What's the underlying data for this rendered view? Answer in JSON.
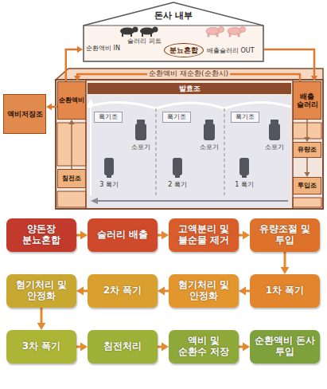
{
  "diagram": {
    "nodes": [
      {
        "text": [
          "돈사 내부"
        ]
      },
      {
        "text": [
          "분뇨혼합"
        ],
        "in": 0
      },
      {
        "text": [
          "순환액비"
        ]
      },
      {
        "text": [
          "발효조"
        ]
      },
      {
        "text": [
          "배출 슬러리"
        ]
      },
      {
        "text": [
          "액비저장조"
        ]
      },
      {
        "text": [
          "폭기조"
        ]
      },
      {
        "text": [
          "폭기조"
        ]
      },
      {
        "text": [
          "폭기조"
        ]
      },
      {
        "text": [
          "유량조"
        ]
      },
      {
        "text": [
          "침전조"
        ]
      },
      {
        "text": [
          "투입조"
        ]
      },
      {
        "text": [
          "양돈장 분뇨혼합"
        ]
      },
      {
        "text": [
          "슬러리 배출"
        ]
      },
      {
        "text": [
          "고액분리 및 불순물 제거"
        ]
      },
      {
        "text": [
          "유량조절 및 투입"
        ]
      },
      {
        "text": [
          "1차 폭기"
        ]
      },
      {
        "text": [
          "혐기처리 및 안정화"
        ]
      },
      {
        "text": [
          "2차 폭기"
        ]
      },
      {
        "text": [
          "혐기처리 및 안정화"
        ]
      },
      {
        "text": [
          "3차 폭기"
        ]
      },
      {
        "text": [
          "침전처리"
        ]
      },
      {
        "text": [
          "액비 및 순환수 저장"
        ]
      },
      {
        "text": [
          "순환액비 돈사 투입"
        ]
      }
    ],
    "edges": [
      {
        "from": 2,
        "to": 0,
        "arrow": "to"
      },
      {
        "from": 0,
        "to": 4,
        "arrow": "to"
      },
      {
        "from": 4,
        "to": 2,
        "label": "순환액비 재순환(순환시)",
        "arrow": "to"
      },
      {
        "from": 2,
        "to": 5,
        "arrow": "to"
      },
      {
        "from": 4,
        "to": 9,
        "arrow": "to"
      },
      {
        "from": 9,
        "to": 11,
        "arrow": "to"
      },
      {
        "from": 10,
        "to": 2,
        "arrow": "to"
      },
      {
        "from": 12,
        "to": 13,
        "arrow": "to"
      },
      {
        "from": 13,
        "to": 14,
        "arrow": "to"
      },
      {
        "from": 14,
        "to": 15,
        "arrow": "to"
      },
      {
        "from": 15,
        "to": 16,
        "arrow": "to"
      },
      {
        "from": 16,
        "to": 17,
        "arrow": "to"
      },
      {
        "from": 17,
        "to": 18,
        "arrow": "to"
      },
      {
        "from": 18,
        "to": 19,
        "arrow": "to"
      },
      {
        "from": 19,
        "to": 20,
        "arrow": "to"
      },
      {
        "from": 20,
        "to": 21,
        "arrow": "to"
      },
      {
        "from": 21,
        "to": 22,
        "arrow": "to"
      },
      {
        "from": 22,
        "to": 23,
        "arrow": "to"
      }
    ],
    "labels": [
      "순환액비 IN",
      "슬러리 피트",
      "배출슬러리 OUT",
      "소포기",
      "소포기",
      "소포기",
      "3 폭기",
      "2 폭기",
      "1 폭기"
    ]
  }
}
